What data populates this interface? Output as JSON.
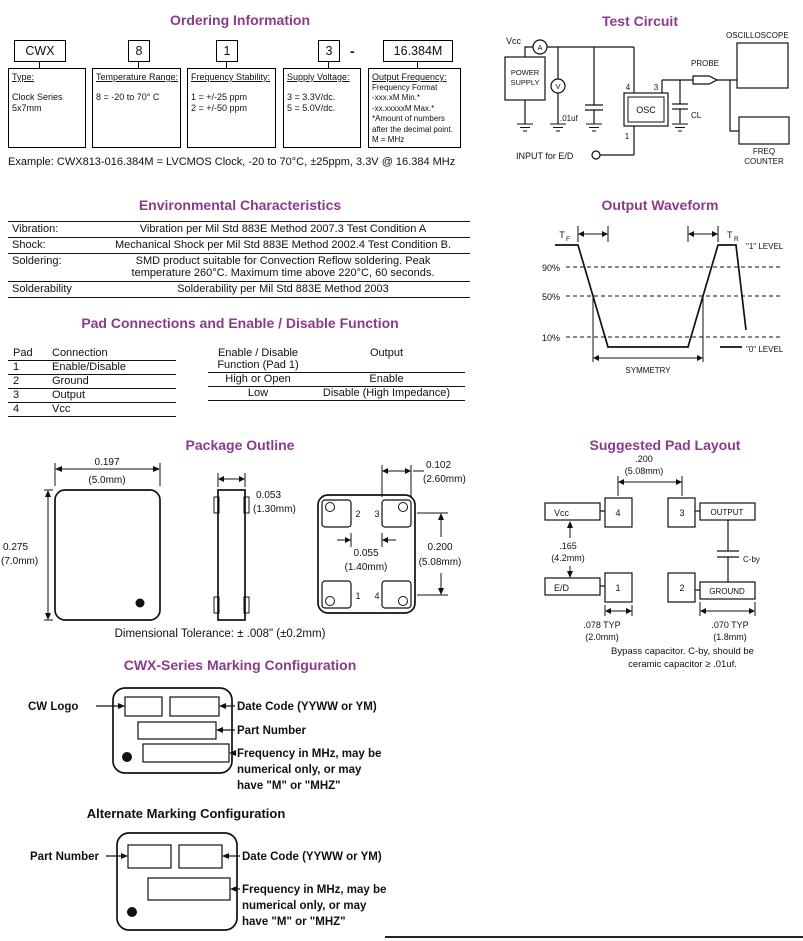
{
  "colors": {
    "accent": "#8A3B8C",
    "line": "#111111",
    "background": "#ffffff"
  },
  "ordering": {
    "title": "Ordering Information",
    "codes": [
      "CWX",
      "8",
      "1",
      "3",
      "16.384M"
    ],
    "dash": "-",
    "type_box": {
      "label": "Type:",
      "line1": "Clock Series",
      "line2": "5x7mm"
    },
    "temp_box": {
      "label": "Temperature Range:",
      "line1": "8 = -20 to 70° C"
    },
    "stab_box": {
      "label": "Frequency Stability:",
      "line1": "1 = +/-25 ppm",
      "line2": "2 = +/-50 ppm"
    },
    "volt_box": {
      "label": "Supply Voltage:",
      "line1": "3 = 3.3V/dc.",
      "line2": "5 = 5.0V/dc."
    },
    "freq_box": {
      "label": "Output Frequency:",
      "line1": "Frequency Format",
      "line2": "-xxx.xM Min.*",
      "line3": "-xx.xxxxxM Max.*",
      "line4": "*Amount of numbers",
      "line5": "after the decimal point.",
      "line6": "M = MHz"
    },
    "example": "Example: CWX813-016.384M = LVCMOS Clock, -20 to 70°C,  ±25ppm, 3.3V @ 16.384 MHz"
  },
  "test_circuit": {
    "title": "Test Circuit",
    "vcc": "Vcc",
    "ammeter": "A",
    "voltmeter": "V",
    "power1": "POWER",
    "power2": "SUPPLY",
    "cap": ".01uf",
    "osc": "OSC",
    "cl": "CL",
    "probe": "PROBE",
    "oscilloscope": "OSCILLOSCOPE",
    "freq1": "FREQ",
    "freq2": "COUNTER",
    "input": "INPUT for E/D",
    "pin4": "4",
    "pin3": "3",
    "pin1": "1"
  },
  "environmental": {
    "title": "Environmental Characteristics",
    "rows": [
      {
        "name": "Vibration:",
        "desc1": "Vibration per Mil Std 883E Method 2007.3 Test Condition A",
        "desc2": ""
      },
      {
        "name": "Shock:",
        "desc1": "Mechanical Shock per Mil Std 883E Method 2002.4 Test Condition B.",
        "desc2": ""
      },
      {
        "name": "Soldering:",
        "desc1": "SMD product suitable for Convection Reflow soldering. Peak",
        "desc2": "temperature 260°C. Maximum time above 220°C, 60 seconds."
      },
      {
        "name": "Solderability",
        "desc1": "Solderability per Mil Std 883E Method 2003",
        "desc2": ""
      }
    ]
  },
  "waveform": {
    "title": "Output Waveform",
    "t": "T",
    "f": "F",
    "r": "R",
    "p90": "90%",
    "p50": "50%",
    "p10": "10%",
    "level1": "\"1\" LEVEL",
    "level0": "\"0\" LEVEL",
    "symmetry": "SYMMETRY"
  },
  "pads": {
    "title": "Pad Connections and Enable / Disable Function",
    "col_pad": "Pad",
    "col_conn": "Connection",
    "rows": [
      {
        "pad": "1",
        "conn": "Enable/Disable"
      },
      {
        "pad": "2",
        "conn": "Ground"
      },
      {
        "pad": "3",
        "conn": "Output"
      },
      {
        "pad": "4",
        "conn": "Vcc"
      }
    ],
    "func_h1": "Enable / Disable",
    "func_h2": "Function (Pad 1)",
    "func_out": "Output",
    "func_rows": [
      {
        "state": "High or Open",
        "out": "Enable"
      },
      {
        "state": "Low",
        "out": "Disable (High Impedance)"
      }
    ]
  },
  "outline": {
    "title": "Package Outline",
    "w": "0.197",
    "w_mm": "(5.0mm)",
    "h": "0.275",
    "h_mm": "(7.0mm)",
    "t": "0.053",
    "t_mm": "(1.30mm)",
    "pw": "0.102",
    "pw_mm": "(2.60mm)",
    "pg": "0.055",
    "pg_mm": "(1.40mm)",
    "pp": "0.200",
    "pp_mm": "(5.08mm)",
    "pad1": "1",
    "pad2": "2",
    "pad3": "3",
    "pad4": "4",
    "tolerance": "Dimensional Tolerance: ± .008\" (±0.2mm)"
  },
  "padlayout": {
    "title": "Suggested Pad Layout",
    "dtop": ".200",
    "dtop_mm": "(5.08mm)",
    "dleft": ".165",
    "dleft_mm": "(4.2mm)",
    "vcc": "Vcc",
    "ed": "E/D",
    "output": "OUTPUT",
    "ground": "GROUND",
    "cby": "C-by",
    "p1": "1",
    "p2": "2",
    "p3": "3",
    "p4": "4",
    "dbl": ".078 TYP",
    "dbl_mm": "(2.0mm)",
    "dbr": ".070 TYP",
    "dbr_mm": "(1.8mm)",
    "note1": "Bypass capacitor. C-by, should be",
    "note2": "ceramic capacitor ≥ .01uf."
  },
  "marking": {
    "title": "CWX-Series Marking Configuration",
    "cw_logo": "CW Logo",
    "date_code": "Date Code (YYWW or YM)",
    "part_number": "Part Number",
    "freq1": "Frequency in MHz, may be",
    "freq2": "numerical only, or may",
    "freq3": "have \"M\" or \"MHZ\""
  },
  "alt_marking": {
    "title": "Alternate Marking Configuration",
    "part_number": "Part Number",
    "date_code": "Date Code (YYWW or YM)",
    "freq1": "Frequency in MHz, may be",
    "freq2": "numerical only, or may",
    "freq3": "have \"M\" or \"MHZ\""
  }
}
